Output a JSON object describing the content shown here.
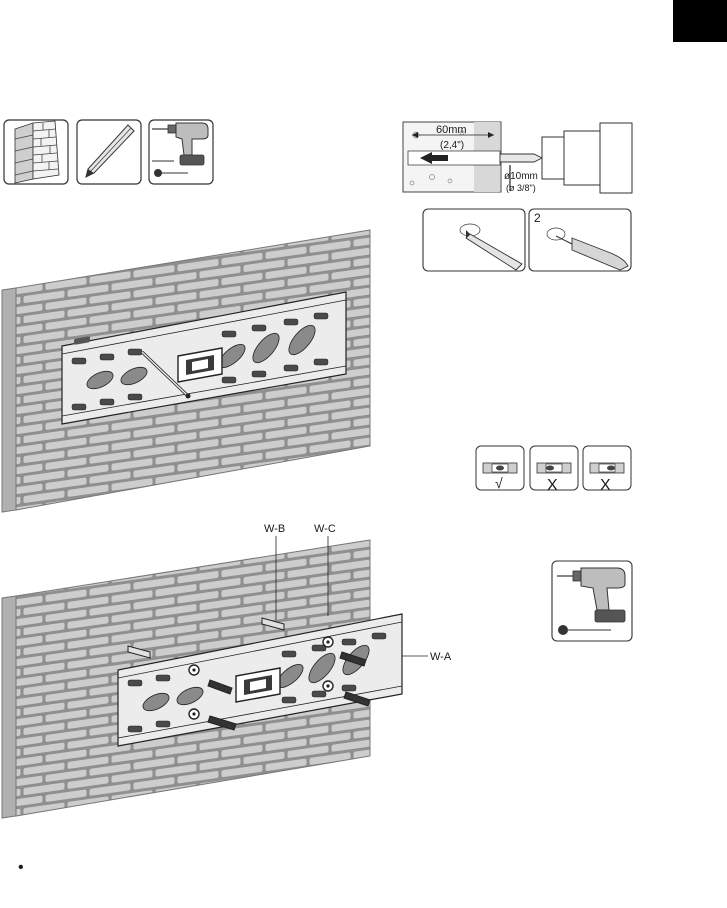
{
  "drill_spec": {
    "depth_mm": "60mm",
    "depth_in": "(2,4\")",
    "diameter_mm": "ø10mm",
    "diameter_in": "(ø 3/8\")"
  },
  "mark_drill": {
    "step2": "2"
  },
  "level_check": {
    "ok_symbol": "√",
    "bad_symbol_1": "X",
    "bad_symbol_2": "X"
  },
  "hardware": {
    "label_wb": "W-B",
    "label_wc": "W-C",
    "label_wa": "W-A"
  },
  "footer": {
    "bullet": "•"
  },
  "icons": [
    "brick-wall-icon",
    "pencil-icon",
    "drill-icon",
    "screwdriver-icon",
    "level-icon"
  ]
}
